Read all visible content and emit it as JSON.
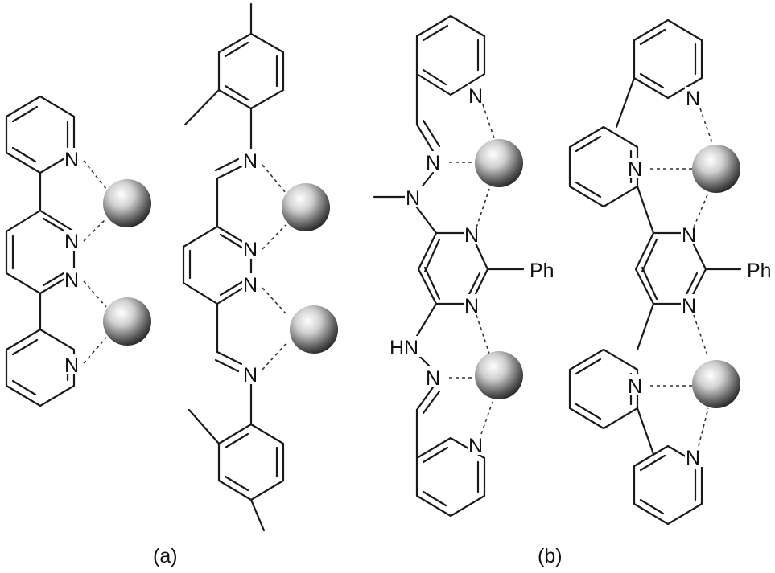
{
  "panels": [
    {
      "id": "a",
      "caption": "(a)"
    },
    {
      "id": "b",
      "caption": "(b)"
    }
  ],
  "atom_labels": {
    "nitrogen": "N",
    "phenyl": "Ph",
    "hydrazine_nh": "HN",
    "n_methyl": "N"
  },
  "metal_symbol": "sphere-icon"
}
